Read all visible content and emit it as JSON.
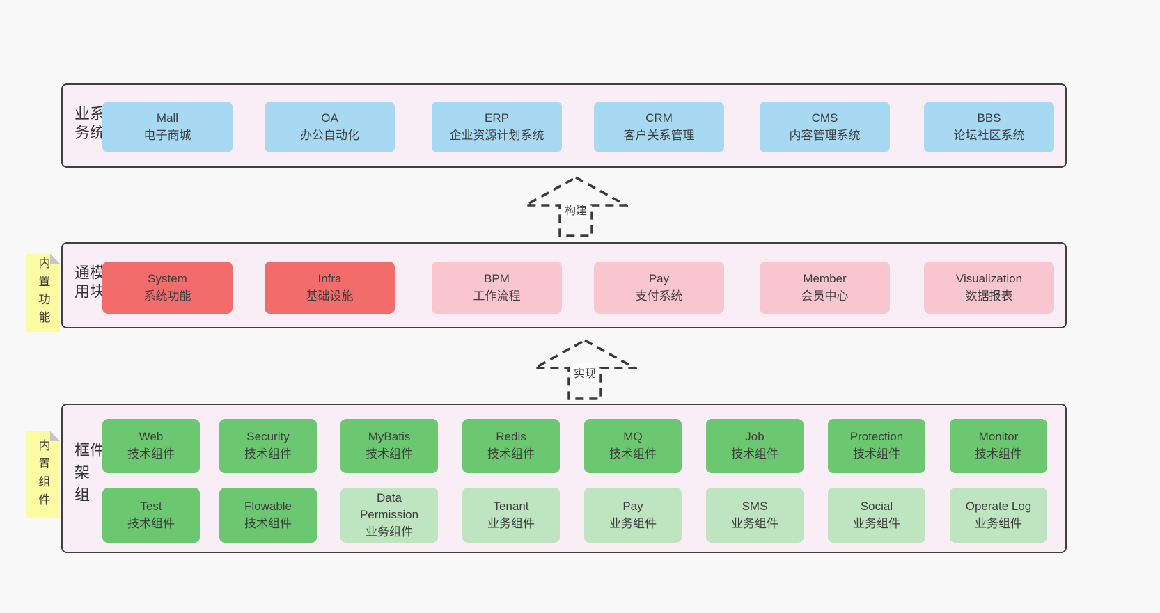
{
  "colors": {
    "page_bg": "#f8f8f8",
    "layer_bg": "#f9eef5",
    "layer_border": "#3f3f3f",
    "business_box_blue": "#a8d9f2",
    "core_module_red": "#f26c6c",
    "module_pink": "#f9c6d0",
    "tech_component_green": "#6cc771",
    "biz_component_light_green": "#bee5bf",
    "sticky_note_yellow": "#fdfba2",
    "text": "#3d3d3d"
  },
  "layers": [
    {
      "side_label": "业务系统",
      "boxes": [
        {
          "title": "Mall",
          "subtitle": "电子商城"
        },
        {
          "title": "OA",
          "subtitle": "办公自动化"
        },
        {
          "title": "ERP",
          "subtitle": "企业资源计划系统"
        },
        {
          "title": "CRM",
          "subtitle": "客户关系管理"
        },
        {
          "title": "CMS",
          "subtitle": "内容管理系统"
        },
        {
          "title": "BBS",
          "subtitle": "论坛社区系统"
        }
      ]
    },
    {
      "side_label": "通用模块",
      "sticky_label": "内置功能",
      "boxes": [
        {
          "title": "System",
          "subtitle": "系统功能"
        },
        {
          "title": "Infra",
          "subtitle": "基础设施"
        },
        {
          "title": "BPM",
          "subtitle": "工作流程"
        },
        {
          "title": "Pay",
          "subtitle": "支付系统"
        },
        {
          "title": "Member",
          "subtitle": "会员中心"
        },
        {
          "title": "Visualization",
          "subtitle": "数据报表"
        }
      ]
    },
    {
      "side_label": "框架组件",
      "sticky_label": "内置组件",
      "rows": [
        [
          {
            "title": "Web",
            "subtitle": "技术组件"
          },
          {
            "title": "Security",
            "subtitle": "技术组件"
          },
          {
            "title": "MyBatis",
            "subtitle": "技术组件"
          },
          {
            "title": "Redis",
            "subtitle": "技术组件"
          },
          {
            "title": "MQ",
            "subtitle": "技术组件"
          },
          {
            "title": "Job",
            "subtitle": "技术组件"
          },
          {
            "title": "Protection",
            "subtitle": "技术组件"
          },
          {
            "title": "Monitor",
            "subtitle": "技术组件"
          }
        ],
        [
          {
            "title": "Test",
            "subtitle": "技术组件"
          },
          {
            "title": "Flowable",
            "subtitle": "技术组件"
          },
          {
            "title": "Data Permission",
            "subtitle": "业务组件"
          },
          {
            "title": "Tenant",
            "subtitle": "业务组件"
          },
          {
            "title": "Pay",
            "subtitle": "业务组件"
          },
          {
            "title": "SMS",
            "subtitle": "业务组件"
          },
          {
            "title": "Social",
            "subtitle": "业务组件"
          },
          {
            "title": "Operate Log",
            "subtitle": "业务组件"
          }
        ]
      ]
    }
  ],
  "arrows": [
    {
      "label": "构建"
    },
    {
      "label": "实现"
    }
  ]
}
